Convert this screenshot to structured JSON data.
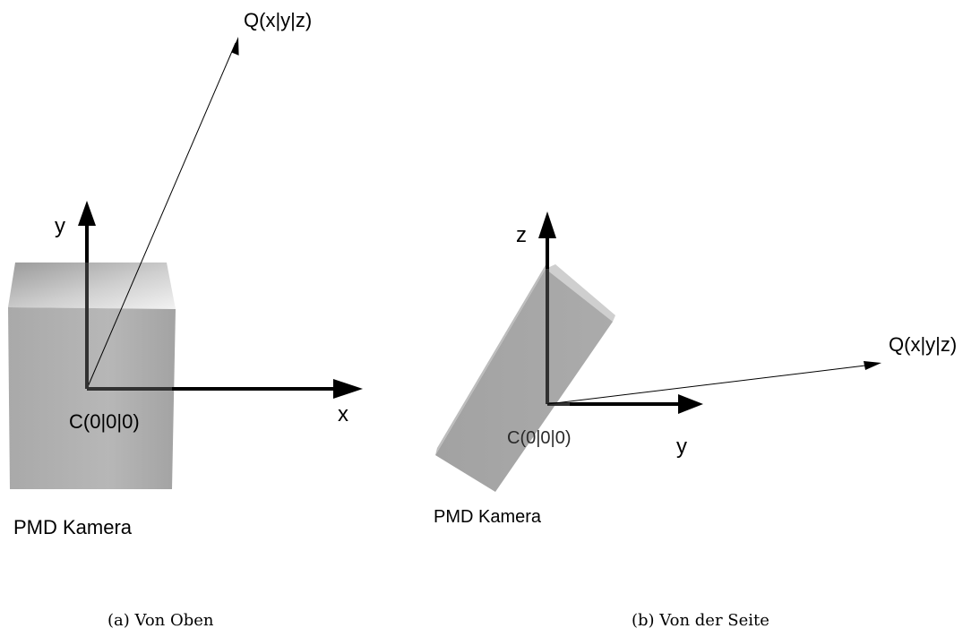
{
  "panel_a": {
    "point_label": "Q(x|y|z)",
    "axis_vertical_label": "y",
    "axis_horizontal_label": "x",
    "origin_label": "C(0|0|0)",
    "camera_label": "PMD Kamera",
    "caption": "(a) Von Oben"
  },
  "panel_b": {
    "point_label": "Q(x|y|z)",
    "axis_vertical_label": "z",
    "axis_horizontal_label": "y",
    "origin_label": "C(0|0|0)",
    "camera_label": "PMD Kamera",
    "caption": "(b) Von der Seite"
  }
}
